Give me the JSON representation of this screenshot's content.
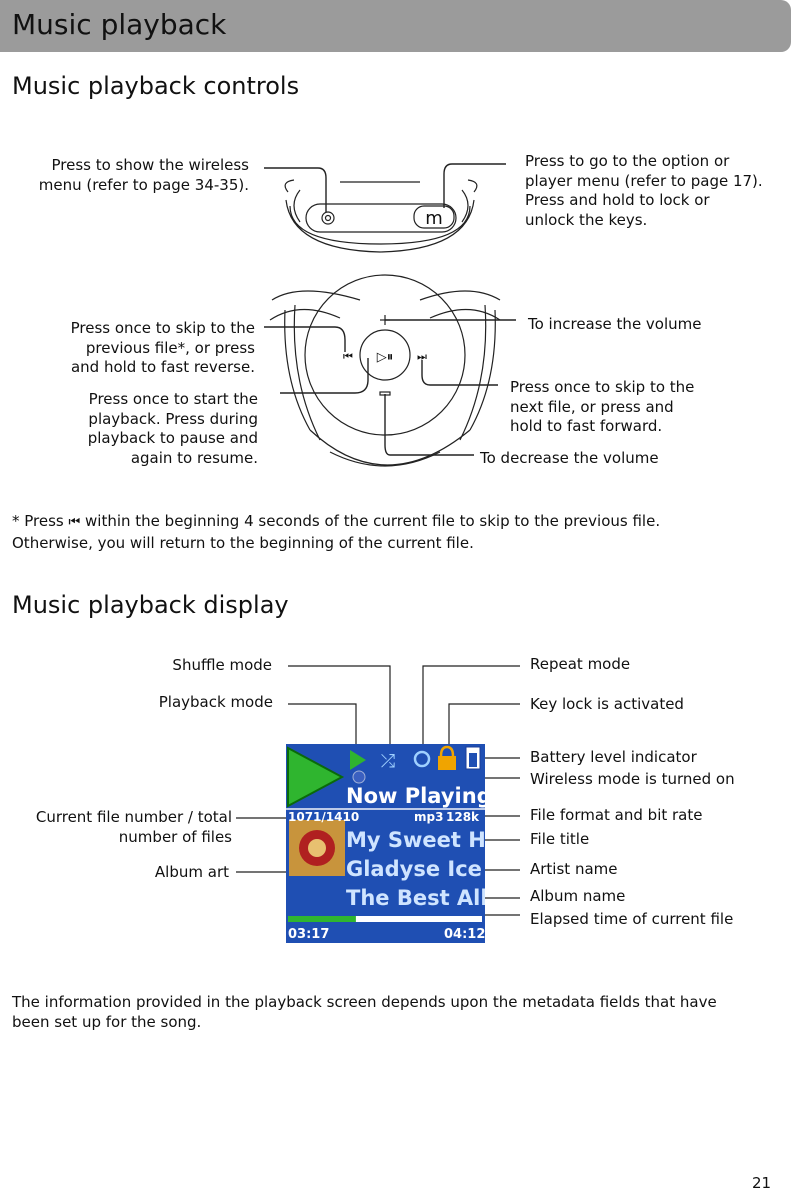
{
  "header": {
    "title": "Music playback"
  },
  "controls": {
    "heading": "Music playback controls",
    "top_left_lines": [
      "Press to show the wireless",
      "menu (refer to page 34-35)."
    ],
    "top_right_lines": [
      "Press to go to the option or",
      "player menu (refer to page 17).",
      "Press and hold to lock or",
      "unlock the keys."
    ],
    "button_m_label": "m",
    "prev_lines": [
      "Press once to skip to the",
      "previous file*, or press",
      "and hold to fast reverse."
    ],
    "play_lines": [
      "Press once to start the",
      "playback. Press during",
      "playback to pause and",
      "again to resume."
    ],
    "vol_up": "To increase the volume",
    "next_lines": [
      "Press once to skip to the",
      "next file, or press and",
      "hold to fast forward."
    ],
    "vol_down": "To decrease the volume"
  },
  "footnote": {
    "line1_prefix": "* Press",
    "line1_suffix": "within the beginning 4 seconds of the current file to skip to the previous file.",
    "line2": "Otherwise, you will return to the beginning of the current file."
  },
  "display": {
    "heading": "Music playback display",
    "labels": {
      "shuffle": "Shuffle mode",
      "playback": "Playback mode",
      "repeat": "Repeat mode",
      "keylock": "Key lock is activated",
      "battery": "Battery level indicator",
      "wireless": "Wireless mode is turned on",
      "format": "File format and bit rate",
      "title": "File title",
      "artist": "Artist name",
      "album": "Album name",
      "elapsed": "Elapsed time of current file",
      "album_art": "Album art",
      "file_number_lines": [
        "Current file number / total",
        "number of files"
      ]
    },
    "screen": {
      "now_playing": "Now Playing",
      "file_number": "1071/1410",
      "format": "mp3",
      "bitrate": "128k",
      "song_title": "My Sweet He",
      "artist": "Gladyse Ice",
      "album": "The Best Alb",
      "elapsed": "03:17",
      "total": "04:12",
      "progress": 0.35
    }
  },
  "bottom_text_lines": [
    "The information provided in the playback screen depends upon the metadata fields that have",
    "been set up for the song."
  ],
  "page_number": "21",
  "colors": {
    "header": "#9b9b9b",
    "screen_bg": "#1f4fb3",
    "play_green": "#2fb52f",
    "lock": "#f0a400"
  }
}
